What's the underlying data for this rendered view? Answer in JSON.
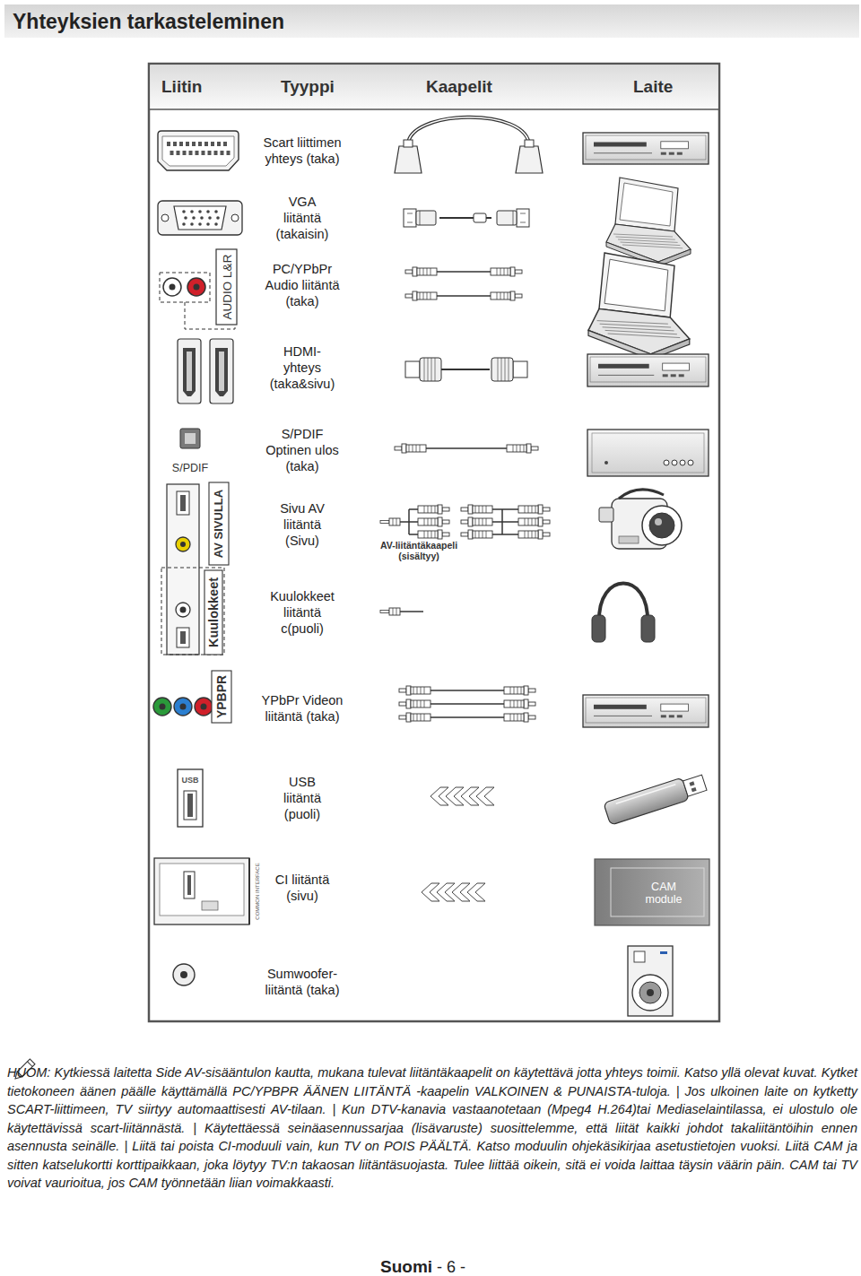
{
  "diagram": {
    "title": "Yhteyksien tarkasteleminen",
    "labels": [
      "Liitin",
      "Tyyppi",
      "Kaapelit",
      "Laite",
      "Scart liittimen yhteys (taka)",
      "VGA liitäntä (takaisin)",
      "AUDIO L&R",
      "PC/YPbPr Audio liitäntä (taka)",
      "HDMI- yhteys (taka&sivu)",
      "S/PDIF",
      "S/PDIF Optinen ulos (taka)",
      "AV SIVULLA",
      "Sivu AV liitäntä (Sivu)",
      "AV-liitäntäkaapeli (sisältyy)",
      "Kuulokkeet",
      "Kuulokkeet liitäntä c(puoli)",
      "YPBPR",
      "YPbPr Videon liitäntä (taka)",
      "USB",
      "USB liitäntä (puoli)",
      "COMMON INTERFACE",
      "CI liitäntä (sivu)",
      "CAM module",
      "Sumwoofer- liitäntä (taka)",
      "HUOM: Kytkiessä laitetta Side AV-sisääntulon kautta, mukana tulevat liitäntäkaapelit on käytettävä jotta yhteys toimii. Katso yllä olevat kuvat. Kytket tietokoneen äänen päälle käyttämällä PC/YPBPR ÄÄNEN LIITÄNTÄ -kaapelin VALKOINEN & PUNAISTA-tuloja. | Jos ulkoinen laite on kytketty SCART-liittimeen, TV siirtyy automaattisesti AV-tilaan. | Kun DTV-kanavia vastaanotetaan (Mpeg4 H.264)tai Mediaselaintilassa, ei ulostulo ole käytettävissä scart-liitännästä. | Käytettäessä seinäasennussarjaa (lisävaruste) suosittelemme, että liität kaikki johdot takaliitäntöihin ennen asennusta seinälle. | Liitä tai poista CI-moduuli vain, kun TV on POIS PÄÄLTÄ. Katso moduulin ohjekäsikirjaa asetustietojen vuoksi. Liitä CAM ja sitten katselukortti korttipaikkaan, joka löytyy TV:n takaosan liitäntäsuojasta. Tulee liittää oikein, sitä ei voida laittaa täysin väärin päin. CAM tai TV voivat vaurioitua, jos CAM työnnetään liian voimakkaasti.",
      "Suomi",
      "- 6 -"
    ]
  }
}
